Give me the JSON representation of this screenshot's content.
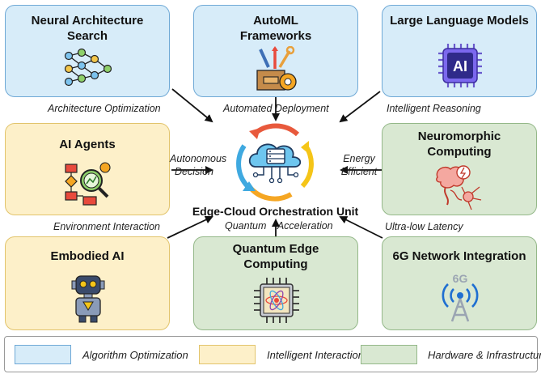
{
  "boxes": {
    "nas": "Neural Architecture\nSearch",
    "automl": "AutoML\nFrameworks",
    "llm": "Large Language Models",
    "agents": "AI Agents",
    "neuro": "Neuromorphic\nComputing",
    "embodied": "Embodied AI",
    "quantum": "Quantum Edge\nComputing",
    "sixg": "6G Network Integration"
  },
  "icons": {
    "nas": "neural-network-icon",
    "automl": "toolbox-gear-icon",
    "llm": "ai-chip-icon",
    "agents": "flowchart-magnifier-icon",
    "neuro": "brain-neuron-icon",
    "embodied": "robot-icon",
    "quantum": "quantum-atom-chip-icon",
    "sixg": "6g-antenna-icon",
    "center": "cloud-server-cycle-icon"
  },
  "labels": {
    "architecture_optimization": "Architecture Optimization",
    "automated_deployment": "Automated Deployment",
    "intelligent_reasoning": "Intelligent Reasoning",
    "autonomous_decision": "Autonomous\nDecision",
    "energy_efficient": "Energy\nEfficient",
    "environment_interaction": "Environment Interaction",
    "quantum_acceleration": "Quantum    Acceleration",
    "ultra_low_latency": "Ultra-low Latency"
  },
  "center_title": "Edge-Cloud Orchestration Unit",
  "legend": [
    {
      "label": "Algorithm Optimization",
      "color": "#d7ecf9"
    },
    {
      "label": "Intelligent Interaction",
      "color": "#fdf0c9"
    },
    {
      "label": "Hardware & Infrastructure",
      "color": "#d9e8d2"
    }
  ],
  "colors": {
    "algorithm": "#d7ecf9",
    "interaction": "#fdf0c9",
    "hardware": "#d9e8d2",
    "cycle_red": "#e8593c",
    "cycle_orange": "#f5a623",
    "cycle_yellow": "#f5c518",
    "cycle_blue": "#3fa9e0"
  }
}
